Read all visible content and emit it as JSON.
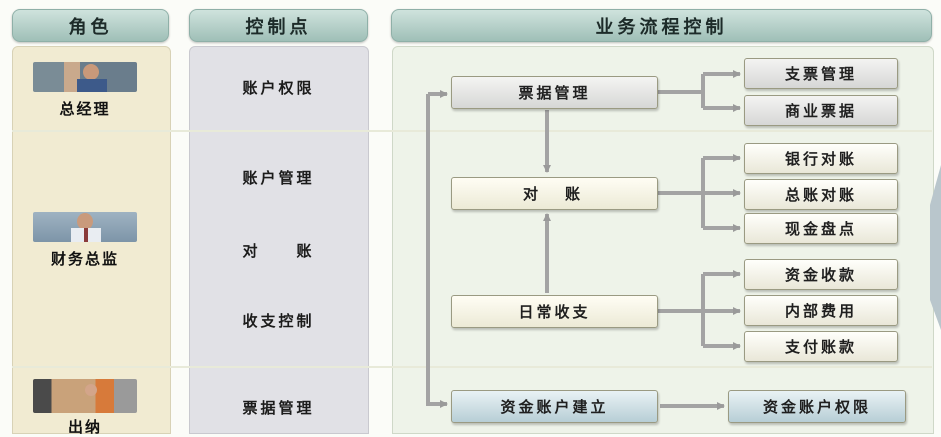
{
  "headers": {
    "role": "角色",
    "control": "控制点",
    "process": "业务流程控制"
  },
  "roles": [
    {
      "name": "总经理",
      "photo": "manager-photo"
    },
    {
      "name": "财务总监",
      "photo": "finance-director-photo"
    },
    {
      "name": "出纳",
      "photo": "cashier-photo"
    }
  ],
  "controls": [
    "账户权限",
    "账户管理",
    "对　　账",
    "收支控制",
    "票据管理"
  ],
  "flow": {
    "bill_mgmt": "票据管理",
    "reconcile": "对　账",
    "daily": "日常收支",
    "account_setup": "资金账户建立",
    "branches_bill": [
      "支票管理",
      "商业票据"
    ],
    "branches_reconcile": [
      "银行对账",
      "总账对账",
      "现金盘点"
    ],
    "branches_daily": [
      "资金收款",
      "内部费用",
      "支付账款"
    ],
    "account_permission": "资金账户权限"
  },
  "colors": {
    "header": "#a9c8c0",
    "role_col": "#f2ecd3",
    "control_col": "#e2e2e6",
    "process_col": "#eef3e8",
    "arrow": "#9a9a9a"
  }
}
